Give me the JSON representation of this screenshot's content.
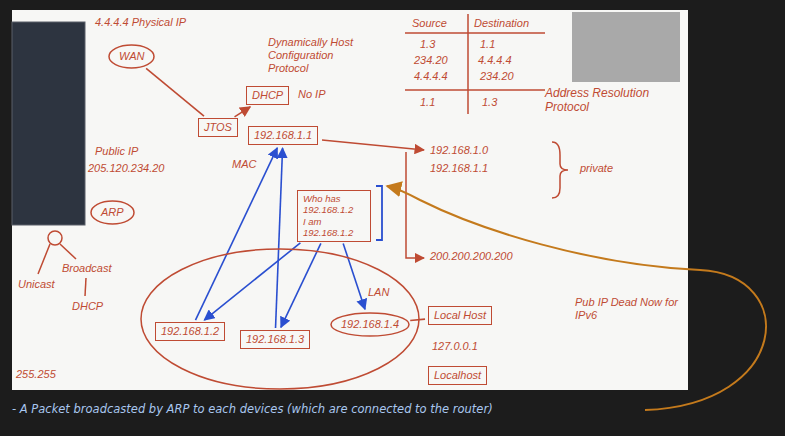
{
  "diagram": {
    "caption": "- A Packet broadcasted by ARP to each devices (which are connected to the router)",
    "nodes": [
      {
        "text": [
          "WAN"
        ]
      },
      {
        "text": [
          "DHCP"
        ]
      },
      {
        "text": [
          "JTOS"
        ]
      },
      {
        "text": [
          "192.168.1.1"
        ]
      },
      {
        "text": [
          "ARP"
        ]
      },
      {
        "text": [
          "Who has 192.168.1.2",
          "I am 192.168.1.2"
        ]
      },
      {
        "text": [
          "LAN"
        ]
      },
      {
        "text": [
          "192.168.1.2"
        ],
        "in": 6
      },
      {
        "text": [
          "192.168.1.3"
        ],
        "in": 6
      },
      {
        "text": [
          "192.168.1.4"
        ],
        "in": 6
      },
      {
        "text": [
          "Local Host"
        ]
      },
      {
        "text": [
          "Localhost"
        ]
      }
    ],
    "edges": [
      {
        "from": 0,
        "to": 2,
        "arrow": "none"
      },
      {
        "from": 2,
        "to": 1,
        "arrow": "to"
      },
      {
        "from": 5,
        "to": 7,
        "arrow": "to"
      },
      {
        "from": 5,
        "to": 8,
        "arrow": "to"
      },
      {
        "from": 5,
        "to": 9,
        "arrow": "to"
      },
      {
        "from": 7,
        "to": 3,
        "arrow": "to"
      },
      {
        "from": 8,
        "to": 3,
        "arrow": "to"
      },
      {
        "from": 9,
        "to": 10,
        "arrow": "none"
      }
    ],
    "labels": [
      "4.4.4.4 Physical IP",
      "Dynamically Host Configuration Protocol",
      "No IP",
      "Public IP",
      "205.120.234.20",
      "MAC",
      "Source",
      "Destination",
      "1.3",
      "1.1",
      "234.20",
      "4.4.4.4",
      "4.4.4.4",
      "234.20",
      "1.1",
      "1.3",
      "Address Resolution Protocol",
      "192.168.1.0",
      "192.168.1.1",
      "private",
      "200.200.200.200",
      "Unicast",
      "Broadcast",
      "DHCP",
      "255.255",
      "127.0.0.1",
      "Pub IP Dead Now for IPv6"
    ]
  }
}
